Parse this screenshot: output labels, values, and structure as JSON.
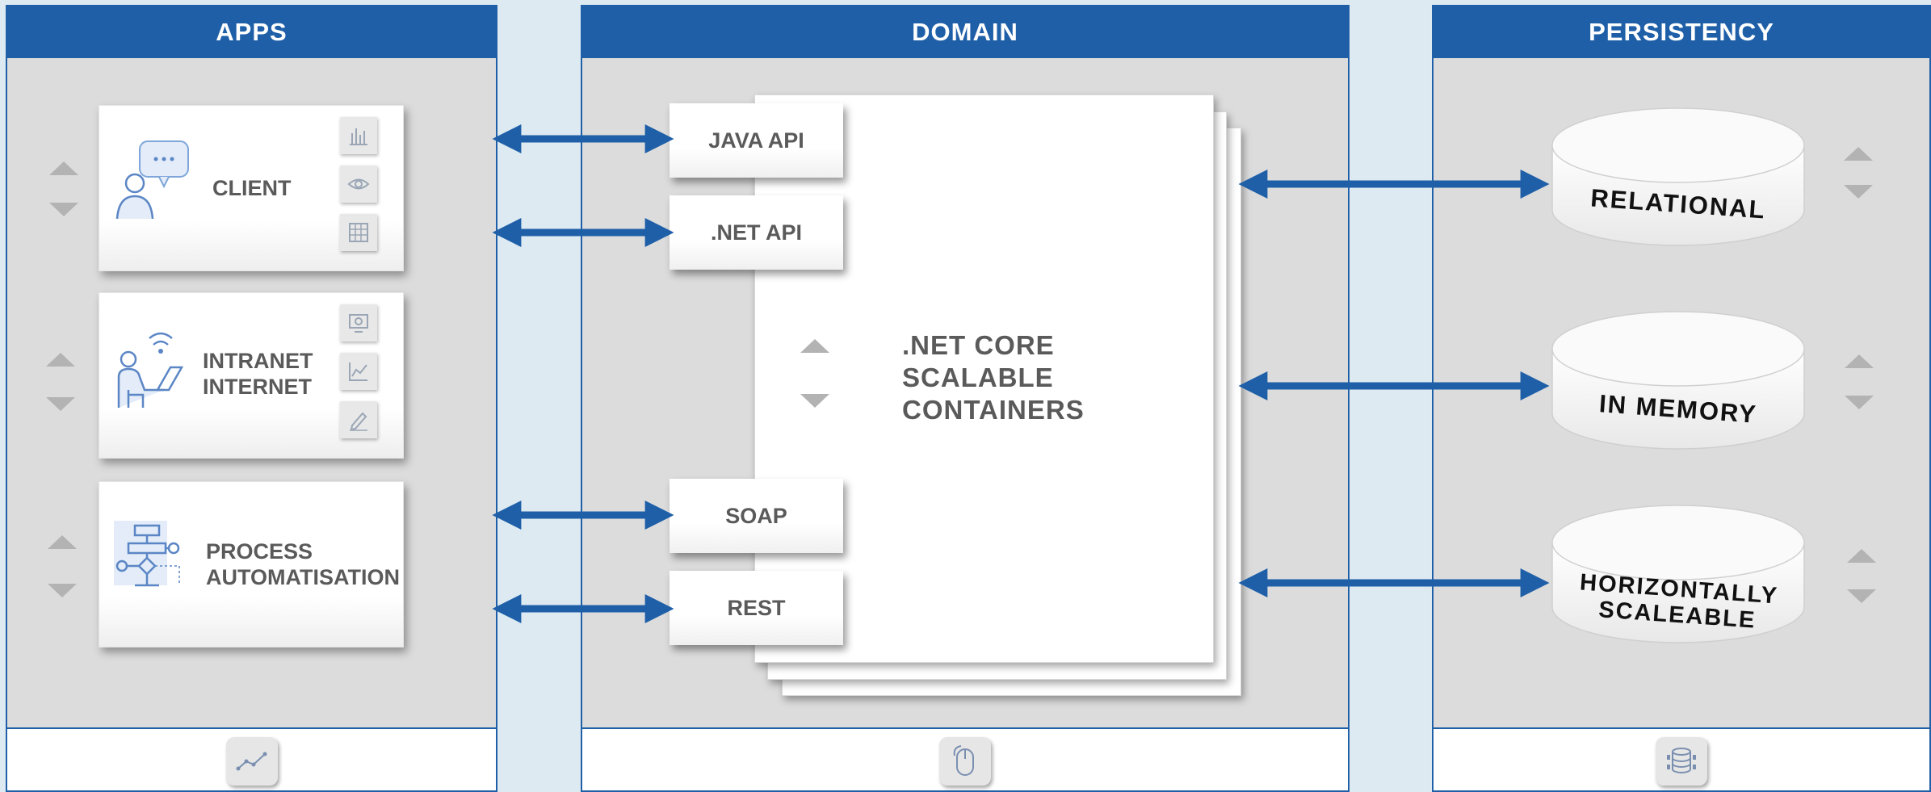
{
  "columns": {
    "apps": {
      "title": "APPS"
    },
    "domain": {
      "title": "DOMAIN"
    },
    "persistency": {
      "title": "PERSISTENCY"
    }
  },
  "apps_cards": [
    {
      "label_lines": [
        "CLIENT"
      ],
      "icon": "user-chat-icon",
      "minis": [
        "bar-chart-icon",
        "eye-icon",
        "grid-icon"
      ]
    },
    {
      "label_lines": [
        "INTRANET",
        "INTERNET"
      ],
      "icon": "user-laptop-wifi-icon",
      "minis": [
        "monitor-gear-icon",
        "line-chart-icon",
        "pencil-icon"
      ]
    },
    {
      "label_lines": [
        "PROCESS",
        "AUTOMATISATION"
      ],
      "icon": "flowchart-icon",
      "minis": []
    }
  ],
  "apis": [
    "JAVA API",
    ".NET API",
    "SOAP",
    "REST"
  ],
  "core": {
    "lines": [
      ".NET CORE",
      "SCALABLE",
      "CONTAINERS"
    ]
  },
  "databases": [
    {
      "label_lines": [
        "RELATIONAL"
      ]
    },
    {
      "label_lines": [
        "IN MEMORY"
      ]
    },
    {
      "label_lines": [
        "HORIZONTALLY",
        "SCALEABLE"
      ]
    }
  ],
  "footer_icons": {
    "apps": "line-graph-icon",
    "domain": "mouse-icon",
    "persistency": "database-icon"
  },
  "colors": {
    "accent": "#1e5fa8",
    "panel": "#dcdcdc",
    "gap": "#ddeaf2",
    "text": "#5a5a5a"
  }
}
